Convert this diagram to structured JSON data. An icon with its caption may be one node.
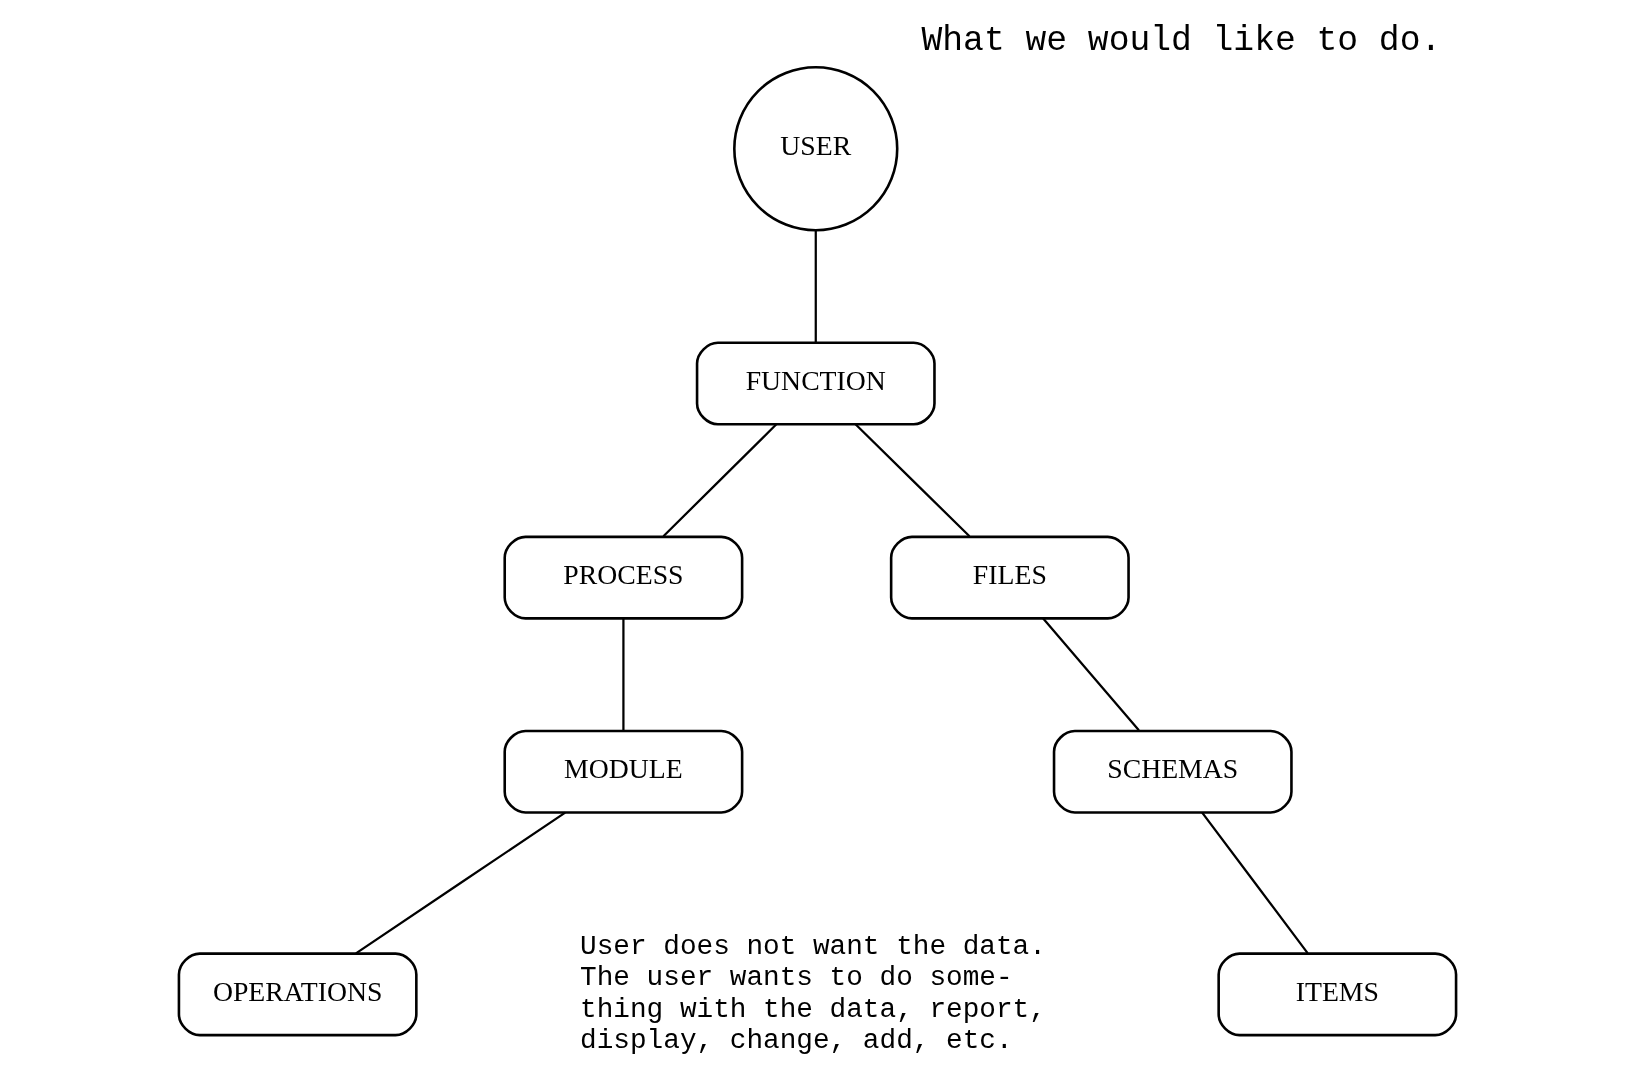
{
  "diagram": {
    "title": "What we would like to do.",
    "nodes": [
      {
        "text": [
          "USER"
        ]
      },
      {
        "text": [
          "FUNCTION"
        ]
      },
      {
        "text": [
          "PROCESS"
        ]
      },
      {
        "text": [
          "FILES"
        ]
      },
      {
        "text": [
          "MODULE"
        ]
      },
      {
        "text": [
          "SCHEMAS"
        ]
      },
      {
        "text": [
          "OPERATIONS"
        ]
      },
      {
        "text": [
          "ITEMS"
        ]
      }
    ],
    "edges": [
      {
        "from": 0,
        "to": 1,
        "arrow": "none"
      },
      {
        "from": 1,
        "to": 2,
        "arrow": "none"
      },
      {
        "from": 1,
        "to": 3,
        "arrow": "none"
      },
      {
        "from": 2,
        "to": 4,
        "arrow": "none"
      },
      {
        "from": 3,
        "to": 5,
        "arrow": "none"
      },
      {
        "from": 4,
        "to": 6,
        "arrow": "none"
      },
      {
        "from": 5,
        "to": 7,
        "arrow": "none"
      }
    ],
    "labels": [
      "User does not want the data. The user wants to do some- thing with the data, report, display, change, add, etc."
    ]
  }
}
